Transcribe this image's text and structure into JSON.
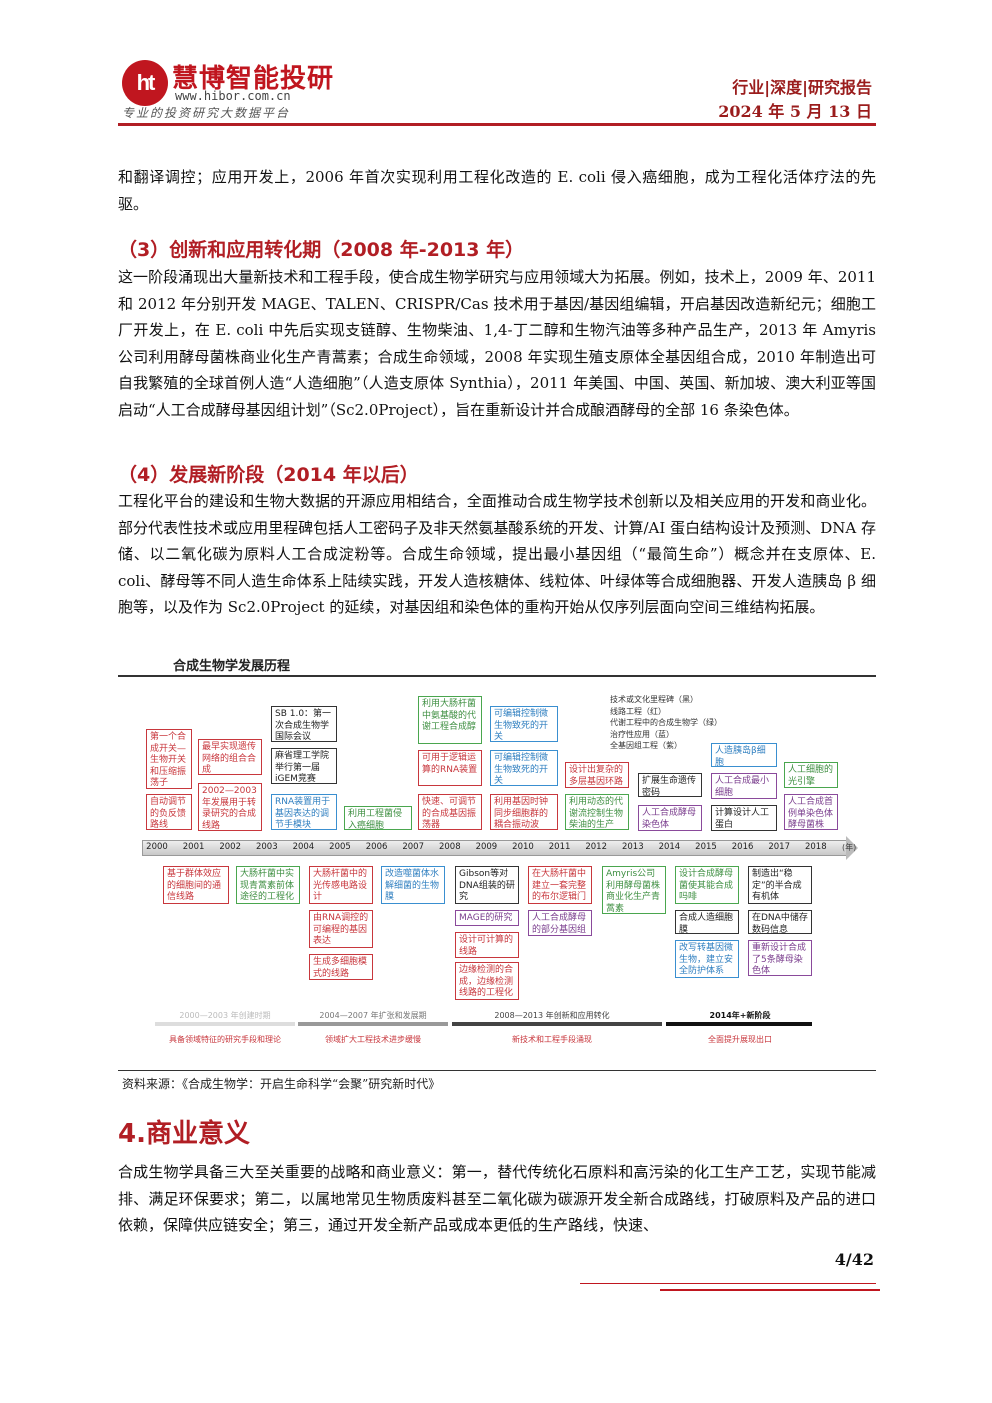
{
  "header": {
    "logo_mark": "ht",
    "logo_name": "慧博智能投研",
    "logo_url": "www.hibor.com.cn",
    "logo_slogan": "专业的投资研究大数据平台",
    "category": "行业|深度|研究报告",
    "date": "2024 年 5 月 13 日"
  },
  "body": {
    "para_intro": "和翻译调控；应用开发上，2006 年首次实现利用工程化改造的 E. coli 侵入癌细胞，成为工程化活体疗法的先驱。",
    "sec3_title": "（3）创新和应用转化期（2008 年-2013 年）",
    "sec3_text": "这一阶段涌现出大量新技术和工程手段，使合成生物学研究与应用领域大为拓展。例如，技术上，2009 年、2011 和 2012 年分别开发 MAGE、TALEN、CRISPR/Cas 技术用于基因/基因组编辑，开启基因改造新纪元；细胞工厂开发上，在 E. coli 中先后实现支链醇、生物柴油、1,4-丁二醇和生物汽油等多种产品生产，2013 年 Amyris 公司利用酵母菌株商业化生产青蒿素；合成生命领域，2008 年实现生殖支原体全基因组合成，2010 年制造出可自我繁殖的全球首例人造“人造细胞”（人造支原体 Synthia），2011 年美国、中国、英国、新加坡、澳大利亚等国启动“人工合成酵母基因组计划”（Sc2.0Project），旨在重新设计并合成酿酒酵母的全部 16 条染色体。",
    "sec4_title": "（4）发展新阶段（2014 年以后）",
    "sec4_text": "工程化平台的建设和生物大数据的开源应用相结合，全面推动合成生物学技术创新以及相关应用的开发和商业化。部分代表性技术或应用里程碑包括人工密码子及非天然氨基酸系统的开发、计算/AI 蛋白结构设计及预测、DNA 存储、以二氧化碳为原料人工合成淀粉等。合成生命领域，提出最小基因组（“最简生命”）概念并在支原体、E. coli、酵母等不同人造生命体系上陆续实践，开发人造核糖体、线粒体、叶绿体等合成细胞器、开发人造胰岛 β 细胞等，以及作为 Sc2.0Project 的延续，对基因组和染色体的重构开始从仅序列层面向空间三维结构拓展。",
    "h_commercial": "4.商业意义",
    "commercial_text": "合成生物学具备三大至关重要的战略和商业意义：第一，替代传统化石原料和高污染的化工生产工艺，实现节能减排、满足环保要求；第二，以属地常见生物质废料甚至二氧化碳为碳源开发全新合成路线，打破原料及产品的进口依赖，保障供应链安全；第三，通过开发全新产品或成本更低的生产路线，快速、"
  },
  "figure": {
    "title": "合成生物学发展历程",
    "source": "资料来源：《合成生物学：开启生命科学“会聚”研究新时代》",
    "legend": [
      "技术或文化里程碑（黑）",
      "线路工程（红）",
      "代谢工程中的合成生物学（绿）",
      "治疗性应用（蓝）",
      "全基因组工程（紫）"
    ],
    "years": [
      "2000",
      "2001",
      "2002",
      "2003",
      "2004",
      "2005",
      "2006",
      "2007",
      "2008",
      "2009",
      "2010",
      "2011",
      "2012",
      "2013",
      "2014",
      "2015",
      "2016",
      "2017",
      "2018"
    ],
    "year_unit": "(年)",
    "top_boxes": [
      {
        "t": "第一个合成开关—生物开关和压缩振荡子",
        "c": "red"
      },
      {
        "t": "自动调节的负反馈路线",
        "c": "red"
      },
      {
        "t": "最早实现遗传网络的组合合成",
        "c": "red"
      },
      {
        "t": "2002—2003年发展用于转录研究的合成线路",
        "c": "red"
      },
      {
        "t": "SB 1.0：第一次合成生物学国际会议",
        "c": "black"
      },
      {
        "t": "麻省理工学院举行第一届iGEM竞赛",
        "c": "black"
      },
      {
        "t": "RNA装置用于基因表达的调节手模块",
        "c": "blue"
      },
      {
        "t": "利用工程菌侵入癌细胞",
        "c": "green"
      },
      {
        "t": "利用大肠杆菌中氨基酸的代谢工程合成醇",
        "c": "green"
      },
      {
        "t": "可用于逻辑运算的RNA装置",
        "c": "red"
      },
      {
        "t": "快速、可调节的合成基因振荡器",
        "c": "red"
      },
      {
        "t": "可编辑控制微生物致死的开关",
        "c": "blue"
      },
      {
        "t": "可编辑控制微生物致死的开关",
        "c": "blue"
      },
      {
        "t": "利用基因时钟同步细胞群的耦合振动波",
        "c": "red"
      },
      {
        "t": "设计出复杂的多层基因环路",
        "c": "red"
      },
      {
        "t": "利用动态的代谢流控制生物柴油的生产",
        "c": "green"
      },
      {
        "t": "扩展生命遗传密码",
        "c": "black"
      },
      {
        "t": "人工合成酵母染色体",
        "c": "purple"
      },
      {
        "t": "人造胰岛β细胞",
        "c": "blue"
      },
      {
        "t": "人工合成最小细胞",
        "c": "purple"
      },
      {
        "t": "计算设计人工蛋白",
        "c": "black"
      },
      {
        "t": "人工细胞的光引擎",
        "c": "green"
      },
      {
        "t": "人工合成首例单染色体酵母菌株",
        "c": "purple"
      }
    ],
    "bottom_boxes": [
      {
        "t": "基于群体效应的细胞间的通信线路",
        "c": "red"
      },
      {
        "t": "大肠杆菌中实现青蒿素前体途径的工程化",
        "c": "green"
      },
      {
        "t": "大肠杆菌中的光传感电路设计",
        "c": "red"
      },
      {
        "t": "由RNA调控的可编程的基因表达",
        "c": "red"
      },
      {
        "t": "生成多细胞模式的线路",
        "c": "red"
      },
      {
        "t": "改造噬菌体水解细菌的生物膜",
        "c": "blue"
      },
      {
        "t": "Gibson等对DNA组装的研究",
        "c": "black"
      },
      {
        "t": "MAGE的研究",
        "c": "purple"
      },
      {
        "t": "设计可计算的线路",
        "c": "red"
      },
      {
        "t": "边缘检测的合成，边缘检测线路的工程化",
        "c": "red"
      },
      {
        "t": "在大肠杆菌中建立一套完整的布尔逻辑门",
        "c": "red"
      },
      {
        "t": "人工合成酵母的部分基因组",
        "c": "purple"
      },
      {
        "t": "Amyris公司利用酵母菌株商业化生产青蒿素",
        "c": "green"
      },
      {
        "t": "设计合成酵母菌使其能合成吗啡",
        "c": "green"
      },
      {
        "t": "合成人造细胞膜",
        "c": "black"
      },
      {
        "t": "改写转基因微生物，建立安全防护体系",
        "c": "blue"
      },
      {
        "t": "制造出“稳定”的半合成有机体",
        "c": "black"
      },
      {
        "t": "在DNA中储存数码信息",
        "c": "black"
      },
      {
        "t": "重新设计合成了5条酵母染色体",
        "c": "purple"
      }
    ],
    "phases": [
      {
        "label": "2000—2003 年创建时期",
        "desc": "具备领域特征的研究手段和理论"
      },
      {
        "label": "2004—2007 年扩张和发展期",
        "desc": "领域扩大工程技术进步缓慢"
      },
      {
        "label": "2008—2013 年创新和应用转化",
        "desc": "新技术和工程手段涌现"
      },
      {
        "label": "2014年+新阶段",
        "desc": "全面提升展现出口"
      }
    ]
  },
  "footer": {
    "page": "4/42"
  }
}
